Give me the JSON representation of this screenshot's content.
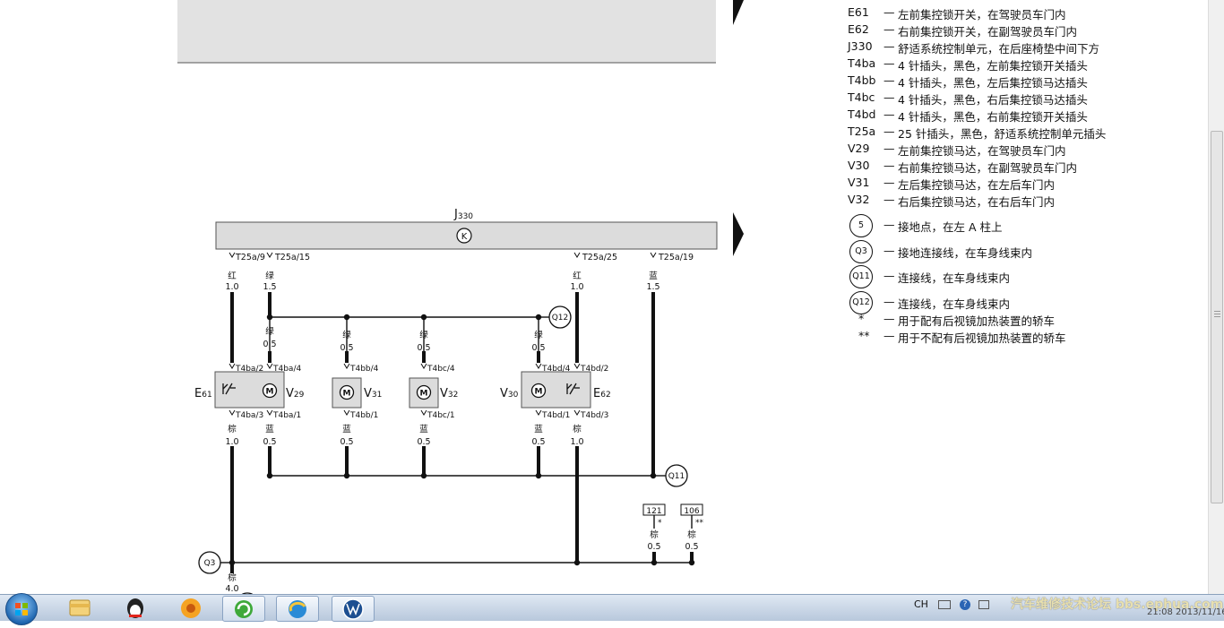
{
  "diagram": {
    "module": {
      "letter": "J",
      "sub": "330",
      "symbol": "K"
    },
    "pins_top": [
      "T25a/9",
      "T25a/15",
      "T25a/25",
      "T25a/19"
    ],
    "wires": {
      "red_left": {
        "color": "红",
        "size": "1.0"
      },
      "green_main": {
        "color": "绿",
        "size": "1.5"
      },
      "red_right": {
        "color": "红",
        "size": "1.0"
      },
      "blue_main": {
        "color": "蓝",
        "size": "1.5"
      },
      "g1": {
        "color": "绿",
        "size": "0.5"
      },
      "g2": {
        "color": "绿",
        "size": "0.5"
      },
      "g3": {
        "color": "绿",
        "size": "0.5"
      },
      "g4": {
        "color": "绿",
        "size": "0.5"
      },
      "br1": {
        "color": "棕",
        "size": "1.0"
      },
      "bl1": {
        "color": "蓝",
        "size": "0.5"
      },
      "bl2": {
        "color": "蓝",
        "size": "0.5"
      },
      "bl3": {
        "color": "蓝",
        "size": "0.5"
      },
      "bl4": {
        "color": "蓝",
        "size": "0.5"
      },
      "br2": {
        "color": "棕",
        "size": "1.0"
      },
      "br3": {
        "color": "棕",
        "size": "0.5"
      },
      "br4": {
        "color": "棕",
        "size": "0.5"
      },
      "br5": {
        "color": "棕",
        "size": "4.0"
      }
    },
    "components": {
      "e61": {
        "letter": "E",
        "sub": "61",
        "pin_top": "T4ba/2",
        "pin_bottom": "T4ba/3"
      },
      "v29": {
        "letter": "V",
        "sub": "29",
        "pin_top": "T4ba/4",
        "pin_bottom": "T4ba/1"
      },
      "v31": {
        "letter": "V",
        "sub": "31",
        "pin_top": "T4bb/4",
        "pin_bottom": "T4bb/1"
      },
      "v32": {
        "letter": "V",
        "sub": "32",
        "pin_top": "T4bc/4",
        "pin_bottom": "T4bc/1"
      },
      "v30": {
        "letter": "V",
        "sub": "30",
        "pin_top": "T4bd/4",
        "pin_bottom": "T4bd/1"
      },
      "e62": {
        "letter": "E",
        "sub": "62",
        "pin_top": "T4bd/2",
        "pin_bottom": "T4bd/3"
      }
    },
    "motor_symbol": "M",
    "junctions": {
      "q12": "Q12",
      "q11": "Q11",
      "q3": "Q3"
    },
    "refs": [
      {
        "num": "121",
        "mark": "*"
      },
      {
        "num": "106",
        "mark": "**"
      }
    ]
  },
  "legend": [
    {
      "code": "E61",
      "text": "左前集控锁开关，在驾驶员车门内"
    },
    {
      "code": "E62",
      "text": "右前集控锁开关，在副驾驶员车门内"
    },
    {
      "code": "J330",
      "text": "舒适系统控制单元，在后座椅垫中间下方"
    },
    {
      "code": "T4ba",
      "text": "4 针插头，黑色，左前集控锁开关插头"
    },
    {
      "code": "T4bb",
      "text": "4 针插头，黑色，左后集控锁马达插头"
    },
    {
      "code": "T4bc",
      "text": "4 针插头，黑色，右后集控锁马达插头"
    },
    {
      "code": "T4bd",
      "text": "4 针插头，黑色，右前集控锁开关插头"
    },
    {
      "code": "T25a",
      "text": "25 针插头，黑色，舒适系统控制单元插头"
    },
    {
      "code": "V29",
      "text": "左前集控锁马达，在驾驶员车门内"
    },
    {
      "code": "V30",
      "text": "右前集控锁马达，在副驾驶员车门内"
    },
    {
      "code": "V31",
      "text": "左后集控锁马达，在左后车门内"
    },
    {
      "code": "V32",
      "text": "右后集控锁马达，在右后车门内"
    }
  ],
  "legend_circles": [
    {
      "code": "5",
      "text": "接地点，在左 A 柱上"
    },
    {
      "code": "Q3",
      "text": "接地连接线，在车身线束内"
    },
    {
      "code": "Q11",
      "text": "连接线，在车身线束内"
    },
    {
      "code": "Q12",
      "text": "连接线，在车身线束内"
    }
  ],
  "legend_marks": [
    {
      "code": "*",
      "text": "用于配有后视镜加热装置的轿车"
    },
    {
      "code": "**",
      "text": "用于不配有后视镜加热装置的轿车"
    }
  ],
  "legend_dash": "—",
  "taskbar": {
    "lang": "CH",
    "watermark": "汽车维修技术论坛 bbs.ephua.com",
    "clock_time": "21:08",
    "clock_date": "2013/11/16"
  }
}
